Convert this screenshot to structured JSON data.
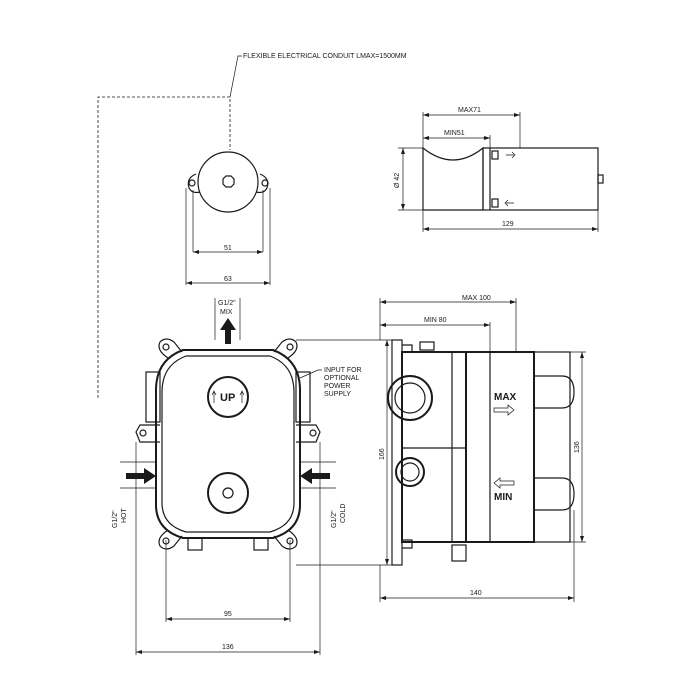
{
  "labels": {
    "conduit_note": "FLEXIBLE ELECTRICAL CONDUIT LMAX=1500MM",
    "mix_thread": "G1/2\"",
    "mix": "MIX",
    "input_line1": "INPUT FOR",
    "input_line2": "OPTIONAL",
    "input_line3": "POWER",
    "input_line4": "SUPPLY",
    "up": "UP",
    "hot_thread": "G1/2\"",
    "hot": "HOT",
    "cold_thread": "G1/2\"",
    "cold": "COLD",
    "max": "MAX",
    "min": "MIN"
  },
  "dimensions": {
    "top_max": "MAX71",
    "top_min": "MIN51",
    "dia": "Ø 42",
    "side_129": "129",
    "knob_51": "51",
    "knob_63": "63",
    "side_max100": "MAX 100",
    "side_min80": "MIN 80",
    "height_166": "166",
    "height_136": "136",
    "width_140": "140",
    "front_95": "95",
    "front_136": "136"
  }
}
